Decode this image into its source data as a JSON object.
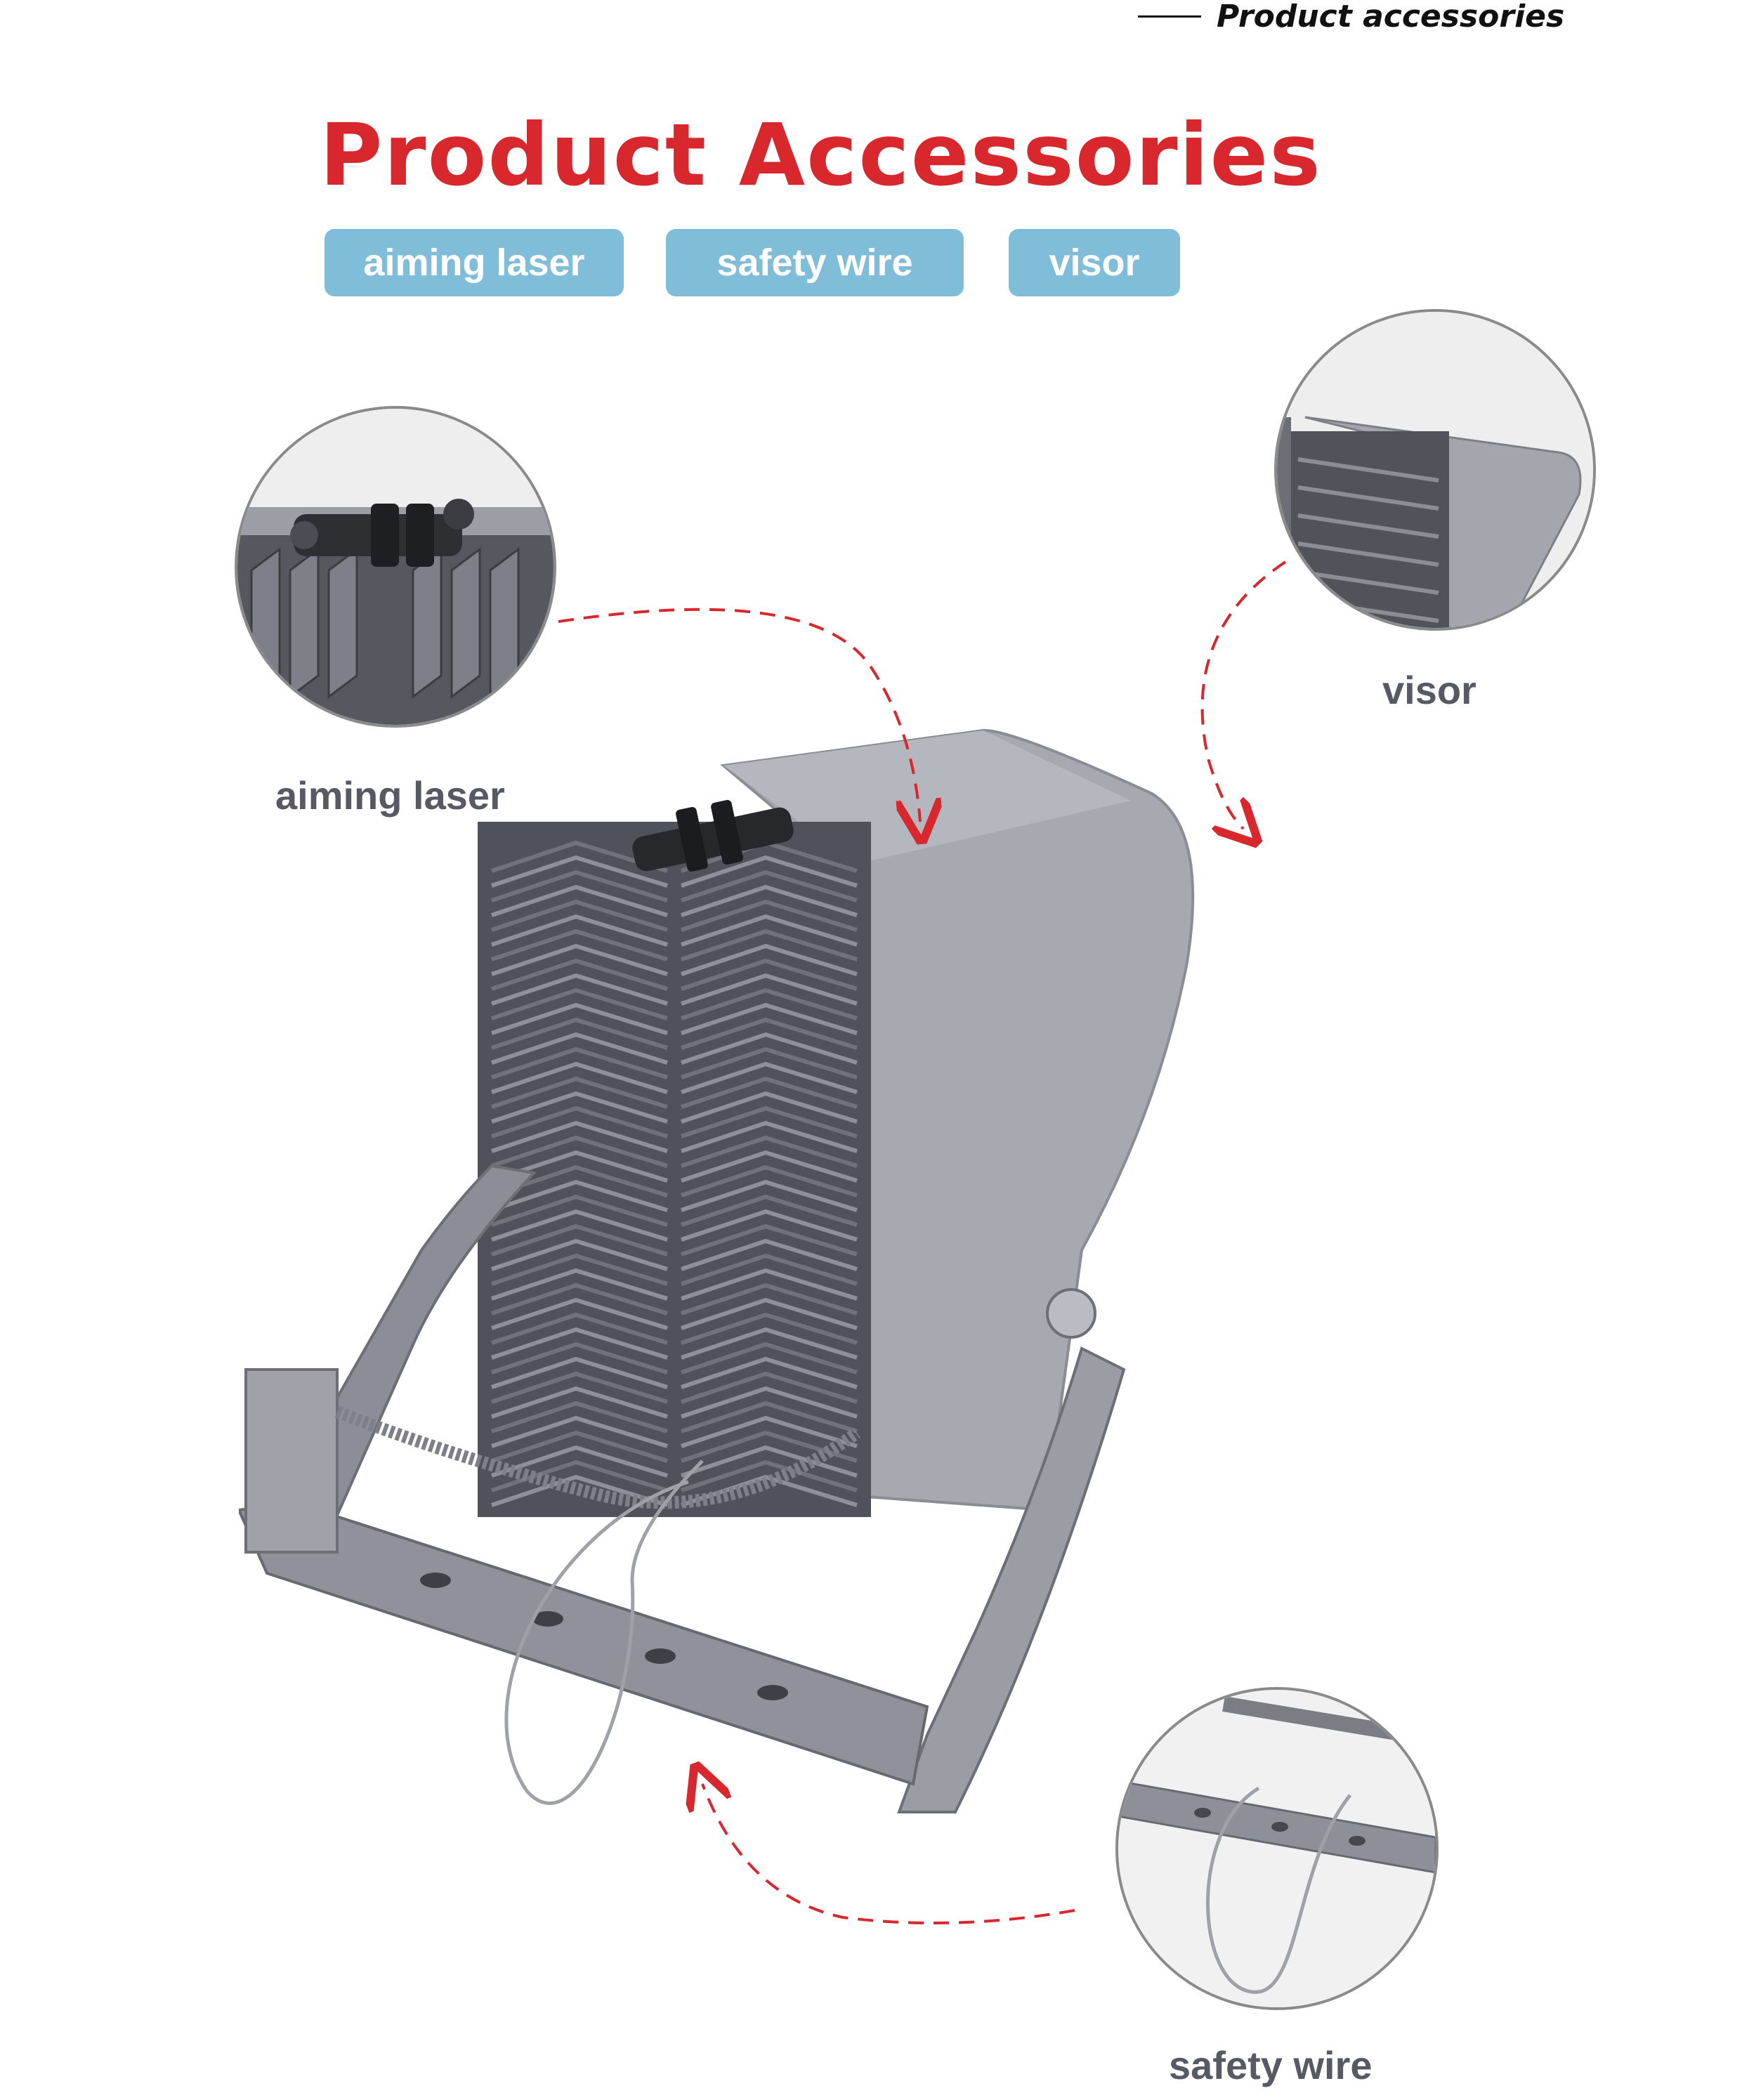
{
  "header": {
    "section_label": "Product accessories"
  },
  "title": "Product Accessories",
  "tags": [
    {
      "label": "aiming laser"
    },
    {
      "label": "safety wire"
    },
    {
      "label": "visor"
    }
  ],
  "callouts": {
    "aiming_laser": "aiming laser",
    "visor": "visor",
    "safety_wire": "safety wire"
  },
  "colors": {
    "title_red": "#d8272d",
    "tag_blue": "#7fbdd8",
    "caption_gray": "#555a63",
    "arrow_red": "#d8272d",
    "metal_gray": "#8e919a"
  },
  "icons": [
    "floodlight-illustration",
    "aiming-laser-detail",
    "visor-detail",
    "safety-wire-detail",
    "dashed-arrow"
  ]
}
